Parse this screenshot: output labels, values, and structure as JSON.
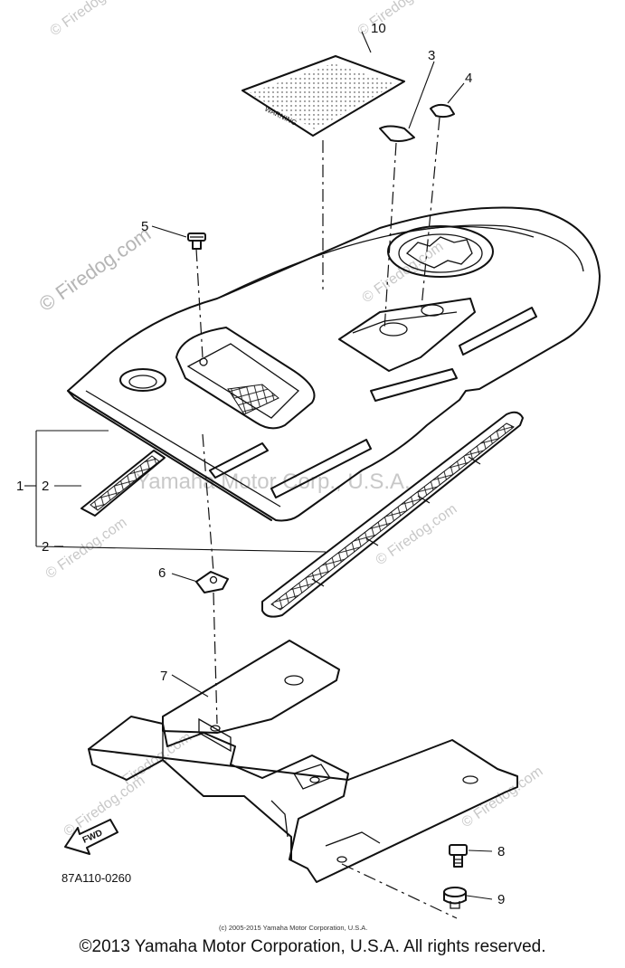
{
  "watermarks": {
    "firedog": "© Firedog.com",
    "firedog_short": "Firedog.com",
    "yamaha": "Yamaha Motor Corp., U.S.A."
  },
  "callouts": {
    "p1": "1",
    "p2a": "2",
    "p2b": "2",
    "p3": "3",
    "p4": "4",
    "p5": "5",
    "p6": "6",
    "p7": "7",
    "p8": "8",
    "p9": "9",
    "p10": "10"
  },
  "decal_text": "WARNING",
  "fwd_label": "FWD",
  "diagram_code": "87A110-0260",
  "small_copyright": "(c) 2005-2015 Yamaha Motor Corporation, U.S.A.",
  "footer_copyright": "©2013 Yamaha Motor Corporation, U.S.A. All rights reserved."
}
